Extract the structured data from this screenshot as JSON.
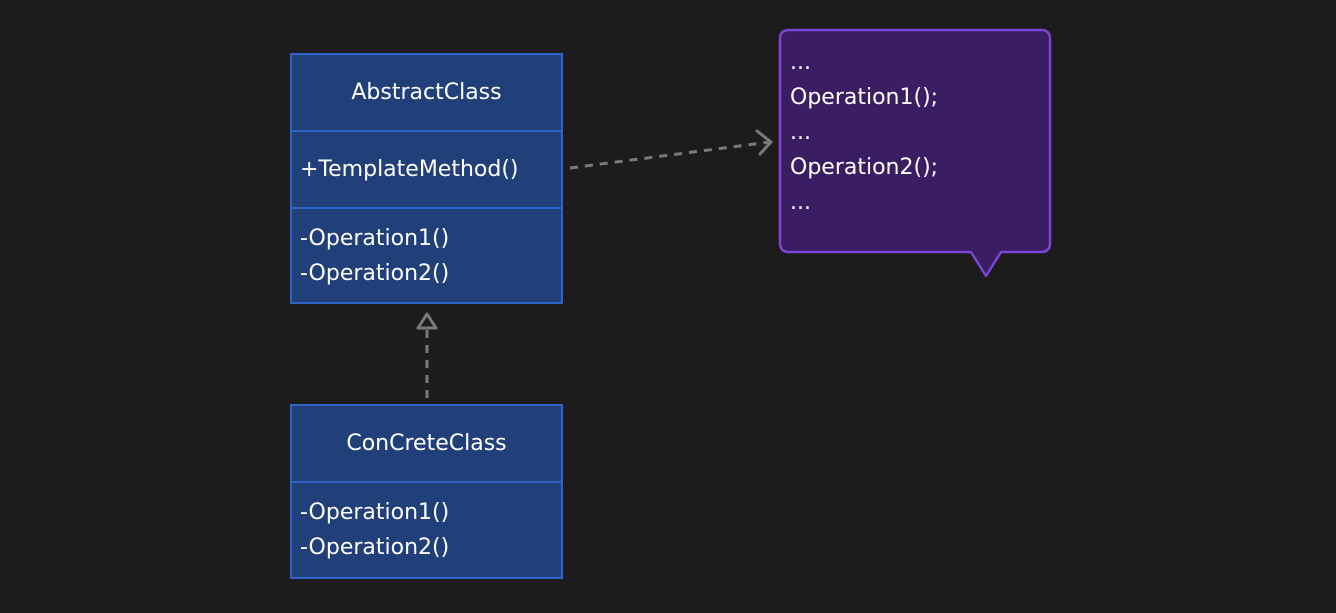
{
  "colors": {
    "background": "#1c1c1c",
    "class_fill": "#213f78",
    "class_border": "#2f63c6",
    "note_fill": "#3a1d63",
    "note_border": "#7b45d6",
    "connector": "#7a7a7a"
  },
  "abstract_class": {
    "name": "AbstractClass",
    "public_methods": [
      "+TemplateMethod()"
    ],
    "private_methods": [
      "-Operation1()",
      "-Operation2()"
    ]
  },
  "concrete_class": {
    "name": "ConCreteClass",
    "private_methods": [
      "-Operation1()",
      "-Operation2()"
    ]
  },
  "note": {
    "lines": [
      "...",
      "Operation1();",
      "...",
      "Operation2();",
      "..."
    ]
  },
  "relations": [
    {
      "from": "concrete_class",
      "to": "abstract_class",
      "type": "realization"
    },
    {
      "from": "abstract_class",
      "to": "note",
      "type": "dependency"
    }
  ]
}
